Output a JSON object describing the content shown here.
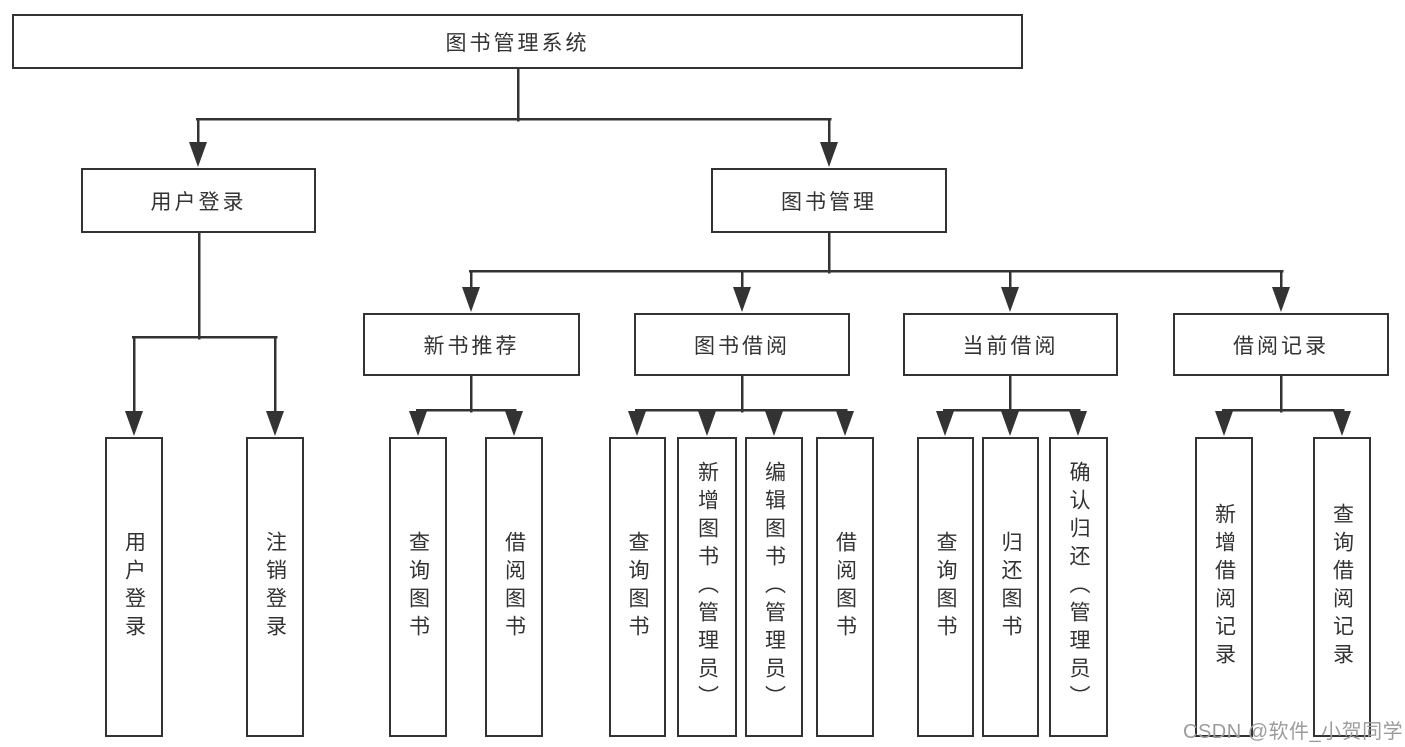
{
  "tree": {
    "root": {
      "label": "图书管理系统",
      "children": [
        {
          "label": "用户登录",
          "children": [
            {
              "label": "用户登录"
            },
            {
              "label": "注销登录"
            }
          ]
        },
        {
          "label": "图书管理",
          "children": [
            {
              "label": "新书推荐",
              "children": [
                {
                  "label": "查询图书"
                },
                {
                  "label": "借阅图书"
                }
              ]
            },
            {
              "label": "图书借阅",
              "children": [
                {
                  "label": "查询图书"
                },
                {
                  "label": "新增图书（管理员）"
                },
                {
                  "label": "编辑图书（管理员）"
                },
                {
                  "label": "借阅图书"
                }
              ]
            },
            {
              "label": "当前借阅",
              "children": [
                {
                  "label": "查询图书"
                },
                {
                  "label": "归还图书"
                },
                {
                  "label": "确认归还（管理员）"
                }
              ]
            },
            {
              "label": "借阅记录",
              "children": [
                {
                  "label": "新增借阅记录"
                },
                {
                  "label": "查询借阅记录"
                }
              ]
            }
          ]
        }
      ]
    }
  },
  "watermark": {
    "text": "CSDN @软件_小贺同学"
  },
  "colors": {
    "line": "#333333",
    "box_border": "#333333",
    "text": "#333333",
    "watermark": "#9c9c9c",
    "background": "#ffffff"
  }
}
